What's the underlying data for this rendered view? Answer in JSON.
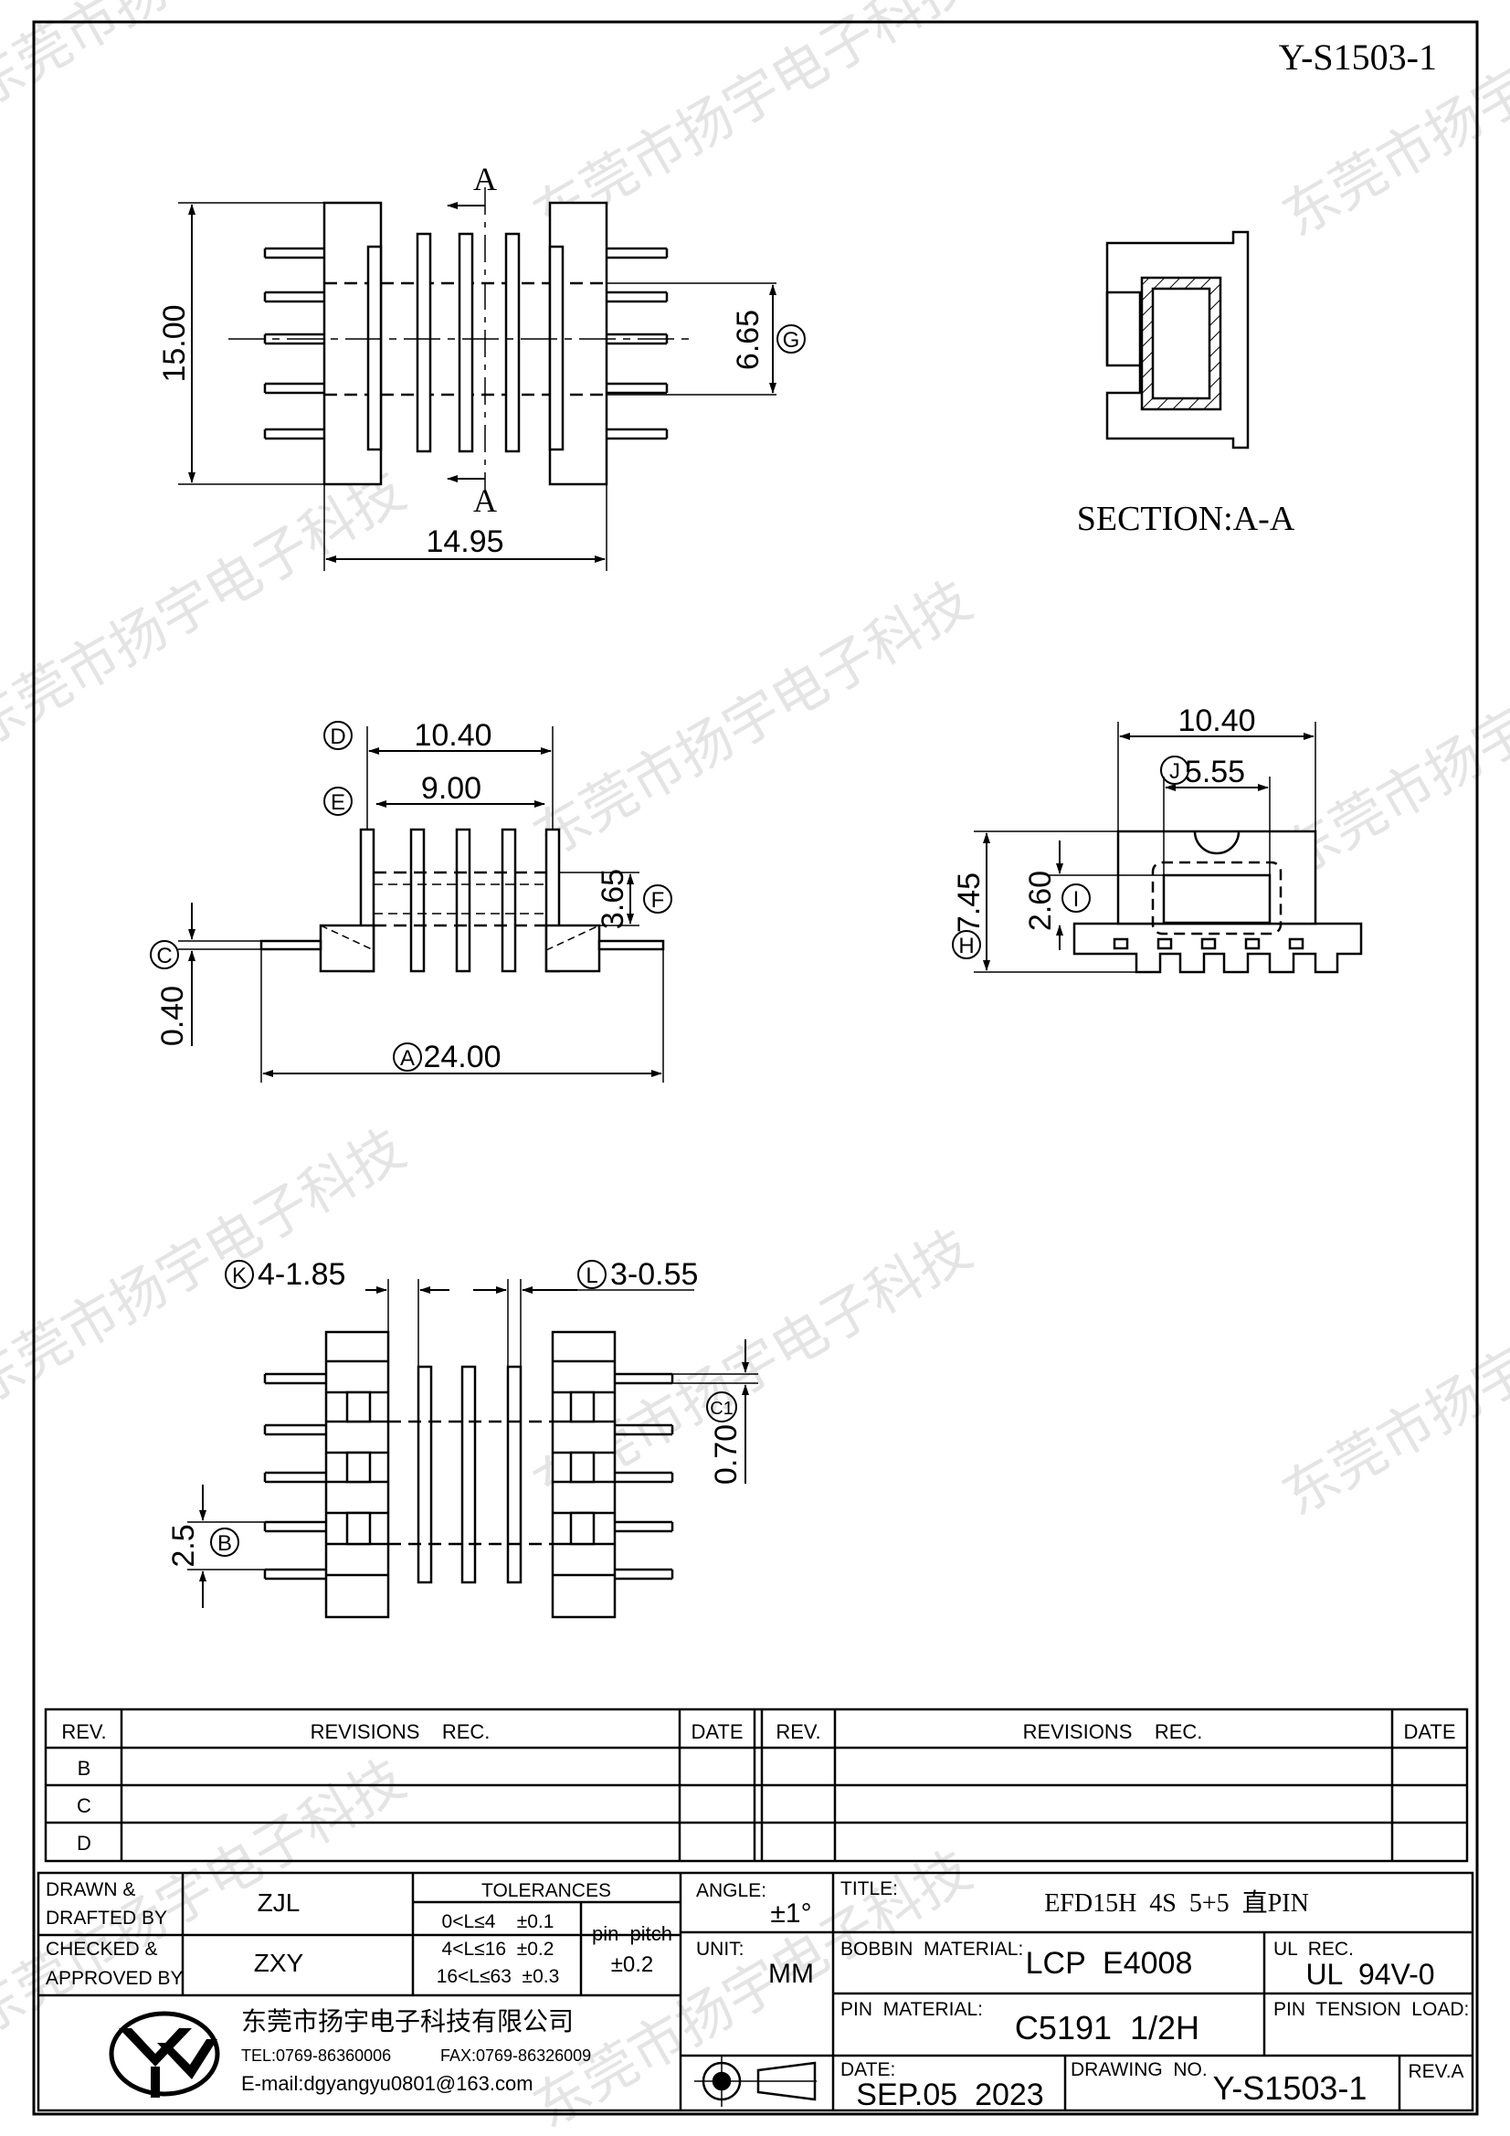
{
  "drawing_code": "Y-S1503-1",
  "watermark": "东莞市扬宇电子科技",
  "top_view": {
    "height": "15.00",
    "width": "14.95",
    "pitch_span": "6.65",
    "mark_g": "G",
    "section_mark": "A"
  },
  "section_label": "SECTION:A-A",
  "side_view": {
    "mark_d": "D",
    "dim_d": "10.40",
    "mark_e": "E",
    "dim_e": "9.00",
    "dim_f": "3.65",
    "mark_f": "F",
    "mark_c": "C",
    "dim_c": "0.40",
    "mark_a": "A",
    "dim_a": "24.00"
  },
  "end_view": {
    "dim_top": "10.40",
    "mark_j": "J",
    "dim_j": "5.55",
    "dim_h": "7.45",
    "mark_h": "H",
    "dim_i": "2.60",
    "mark_i": "I"
  },
  "bottom_view": {
    "mark_k": "K",
    "dim_k": "4-1.85",
    "mark_l": "L",
    "dim_l": "3-0.55",
    "mark_c1": "C1",
    "dim_c1": "0.70",
    "dim_b": "2.5",
    "mark_b": "B"
  },
  "revisions": {
    "rev_header": "REV.",
    "rec_header": "REVISIONS    REC.",
    "date_header": "DATE",
    "rows": [
      "B",
      "C",
      "D"
    ]
  },
  "title_block": {
    "drawn_label_1": "DRAWN &",
    "drawn_label_2": "DRAFTED BY",
    "drawn_by": "ZJL",
    "checked_label_1": "CHECKED &",
    "checked_label_2": "APPROVED BY",
    "checked_by": "ZXY",
    "tolerances_label": "TOLERANCES",
    "tol_1": "0<L≤4    ±0.1",
    "tol_2": "4<L≤16  ±0.2",
    "tol_3": "16<L≤63  ±0.3",
    "pin_pitch_label": "pin  pitch",
    "pin_pitch_value": "±0.2",
    "angle_label": "ANGLE:",
    "angle_value": "±1°",
    "unit_label": "UNIT:",
    "unit_value": "MM",
    "title_label": "TITLE:",
    "title_value": "EFD15H  4S  5+5  直PIN",
    "bobbin_label": "BOBBIN  MATERIAL:",
    "bobbin_value": "LCP  E4008",
    "ul_label": "UL  REC.",
    "ul_value": "UL  94V-0",
    "pin_material_label": "PIN  MATERIAL:",
    "pin_material_value": "C5191  1/2H",
    "pin_tension_label": "PIN  TENSION  LOAD:",
    "date_label": "DATE:",
    "date_value": "SEP.05  2023",
    "drawing_no_label": "DRAWING  NO.",
    "drawing_no_value": "Y-S1503-1",
    "rev_label": "REV.A",
    "company_name": "东莞市扬宇电子科技有限公司",
    "tel": "TEL:0769-86360006",
    "fax": "FAX:0769-86326009",
    "email": "E-mail:dgyangyu0801@163.com",
    "logo_letters": "YY"
  }
}
